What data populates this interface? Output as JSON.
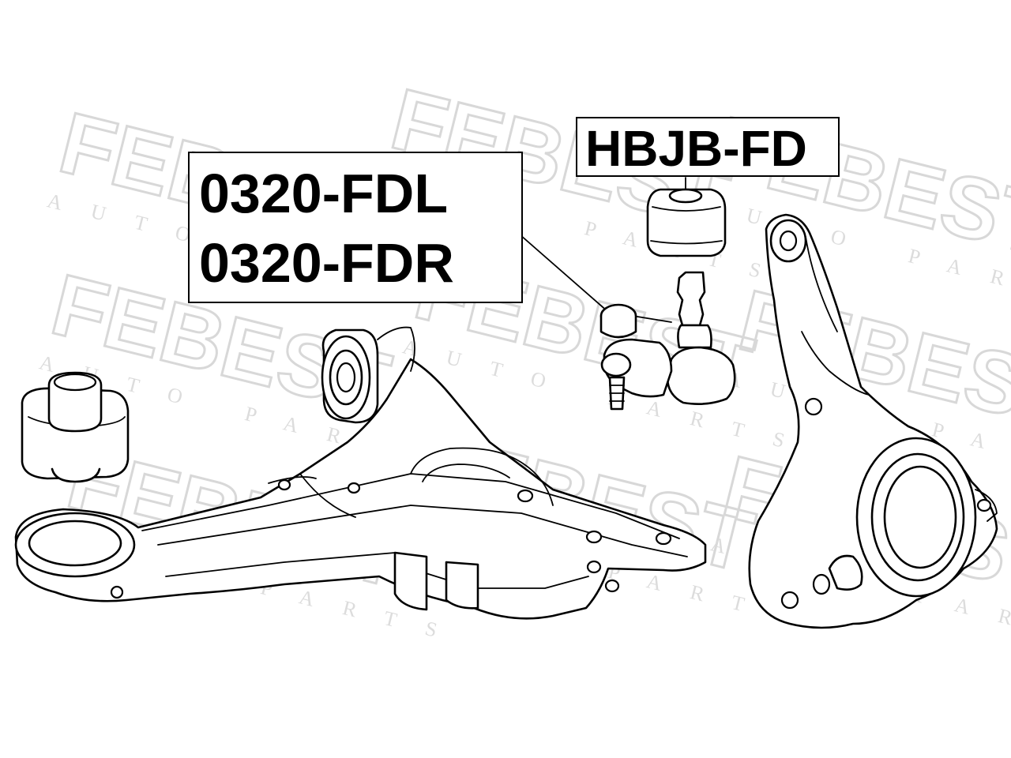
{
  "watermark": {
    "brand": "FEBEST",
    "tagline": "AUTO PARTS"
  },
  "labels": {
    "top_right": "HBJB-FD",
    "left_line1": "0320-FDL",
    "left_line2": "0320-FDR"
  },
  "colors": {
    "line": "#000000",
    "background": "#ffffff",
    "watermark": "#d8d8d8"
  }
}
